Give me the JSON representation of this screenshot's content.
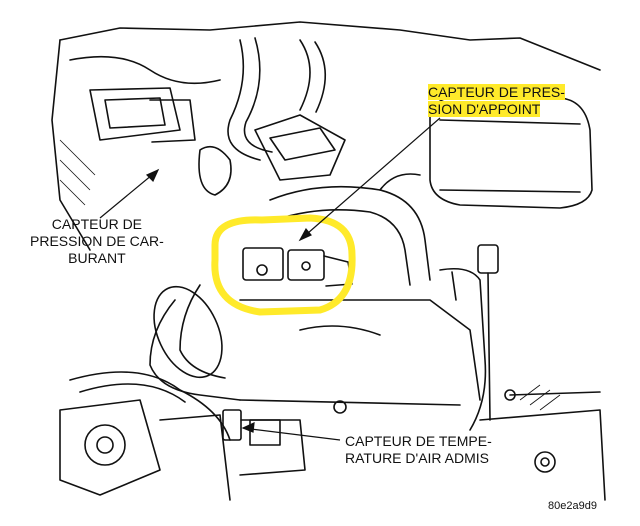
{
  "diagram": {
    "labels": {
      "boost_pressure_sensor": "CAPTEUR DE PRES-\nSION D'APPOINT",
      "fuel_pressure_sensor": "CAPTEUR DE\nPRESSION DE CAR-\nBURANT",
      "intake_air_temp_sensor": "CAPTEUR DE TEMPE-\nRATURE D'AIR ADMIS"
    },
    "figure_code": "80e2a9d9",
    "highlight_color": "#ffea2a",
    "line_color": "#111111"
  }
}
